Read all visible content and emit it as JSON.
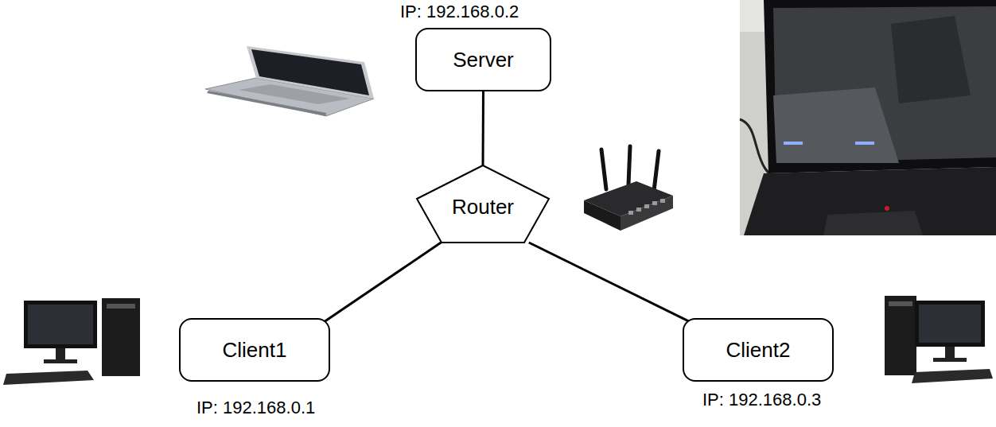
{
  "diagram": {
    "nodes": [
      {
        "text": [
          "Server"
        ]
      },
      {
        "text": [
          "Router"
        ]
      },
      {
        "text": [
          "Client1"
        ]
      },
      {
        "text": [
          "Client2"
        ]
      }
    ],
    "edges": [
      {
        "from": 0,
        "to": 1,
        "arrow": "none"
      },
      {
        "from": 1,
        "to": 2,
        "arrow": "none"
      },
      {
        "from": 1,
        "to": 3,
        "arrow": "none"
      }
    ],
    "labels": [
      "IP: 192.168.0.2",
      "IP: 192.168.0.1",
      "IP: 192.168.0.3"
    ]
  }
}
